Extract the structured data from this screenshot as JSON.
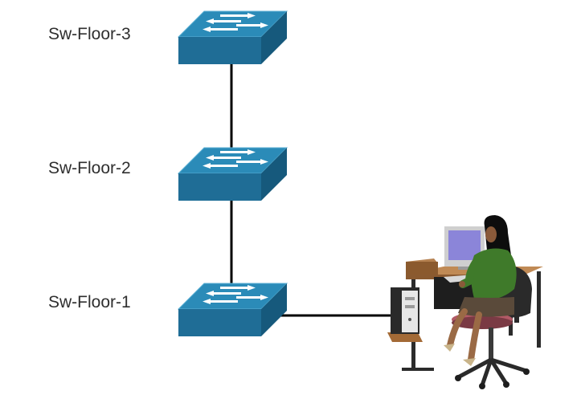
{
  "switches": [
    {
      "label": "Sw-Floor-3"
    },
    {
      "label": "Sw-Floor-2"
    },
    {
      "label": "Sw-Floor-1"
    }
  ],
  "icons": {
    "switch": "network-switch-icon",
    "workstation": "pc-user-icon"
  },
  "colors": {
    "switch_top": "#2b8bb8",
    "switch_front": "#1f6d96",
    "switch_side": "#16597c",
    "link": "#000000"
  }
}
